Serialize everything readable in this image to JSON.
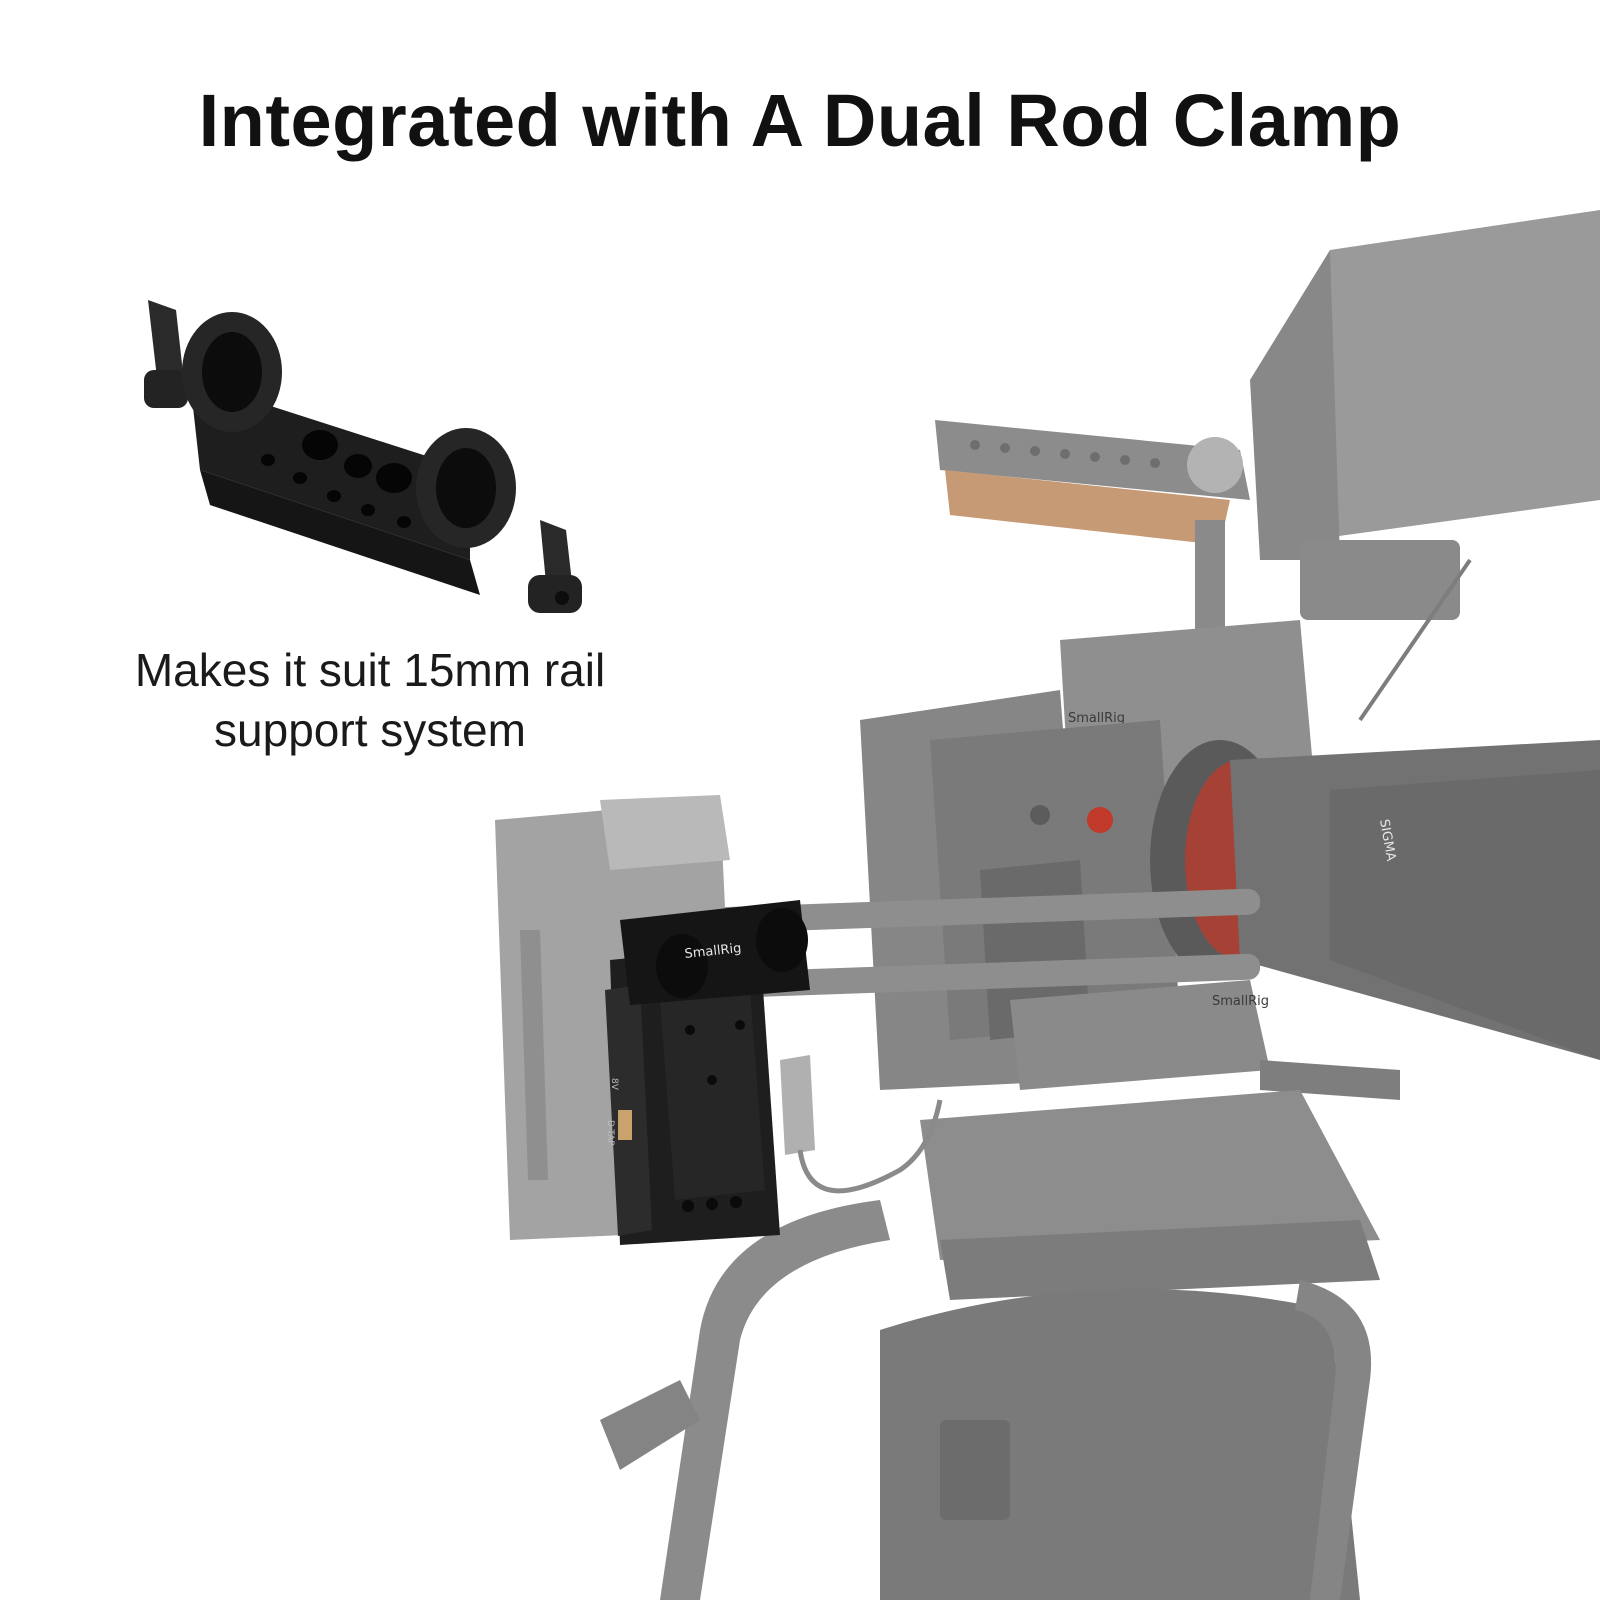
{
  "headline": "Integrated with A Dual Rod Clamp",
  "caption": {
    "line1": "Makes it suit 15mm rail",
    "line2": "support system"
  },
  "product_labels": {
    "clamp_brand": "SmallRig",
    "cage_brand": "SmallRig",
    "baseplate_brand": "SmallRig",
    "dtap_label": "D-TAP",
    "volt_label": "8V",
    "lens_brand": "SIGMA"
  },
  "colors": {
    "background": "#ffffff",
    "text": "#111111",
    "metal_dark": "#1e1e1e",
    "gray_rig": "#8f8f8f",
    "wood": "#c79a76",
    "lens_red": "#c0392b"
  }
}
